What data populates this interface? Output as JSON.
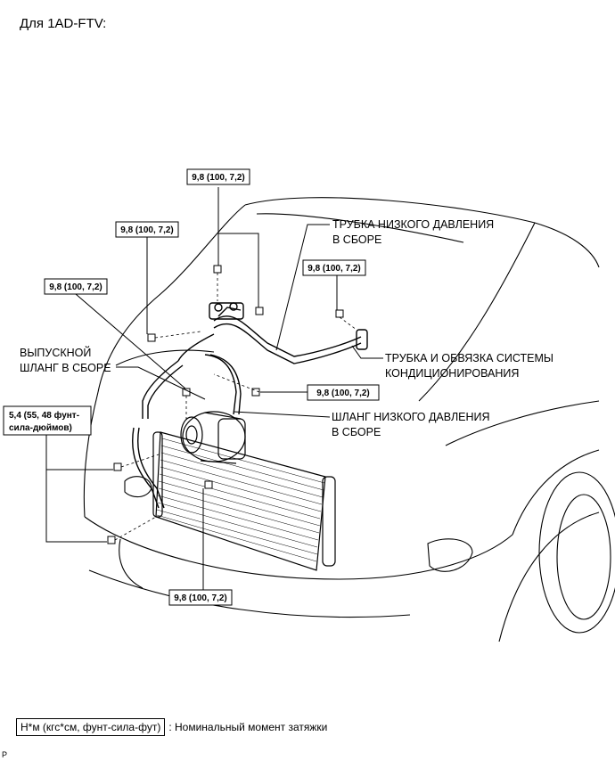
{
  "heading": "Для 1AD-FTV:",
  "torque_labels": {
    "top": "9,8 (100, 7,2)",
    "left_upper": "9,8 (100, 7,2)",
    "right_upper": "9,8 (100, 7,2)",
    "left_mid": "9,8 (100, 7,2)",
    "middle_right": "9,8 (100, 7,2)",
    "bottom": "9,8 (100, 7,2)",
    "left_low_line1": "5,4 (55, 48 фунт-",
    "left_low_line2": "сила-дюймов)"
  },
  "callouts": {
    "low_pressure_tube_l1": "ТРУБКА НИЗКОГО ДАВЛЕНИЯ",
    "low_pressure_tube_l2": "В СБОРЕ",
    "discharge_hose_l1": "ВЫПУСКНОЙ",
    "discharge_hose_l2": "ШЛАНГ В СБОРЕ",
    "ac_tube_l1": "ТРУБКА И ОБВЯЗКА СИСТЕМЫ",
    "ac_tube_l2": "КОНДИЦИОНИРОВАНИЯ",
    "low_pressure_hose_l1": "ШЛАНГ НИЗКОГО ДАВЛЕНИЯ",
    "low_pressure_hose_l2": "В СБОРЕ"
  },
  "legend": {
    "unit": "Н*м (кгс*см, фунт-сила-фут)",
    "description": ": Номинальный момент затяжки"
  },
  "corner_mark": "P"
}
